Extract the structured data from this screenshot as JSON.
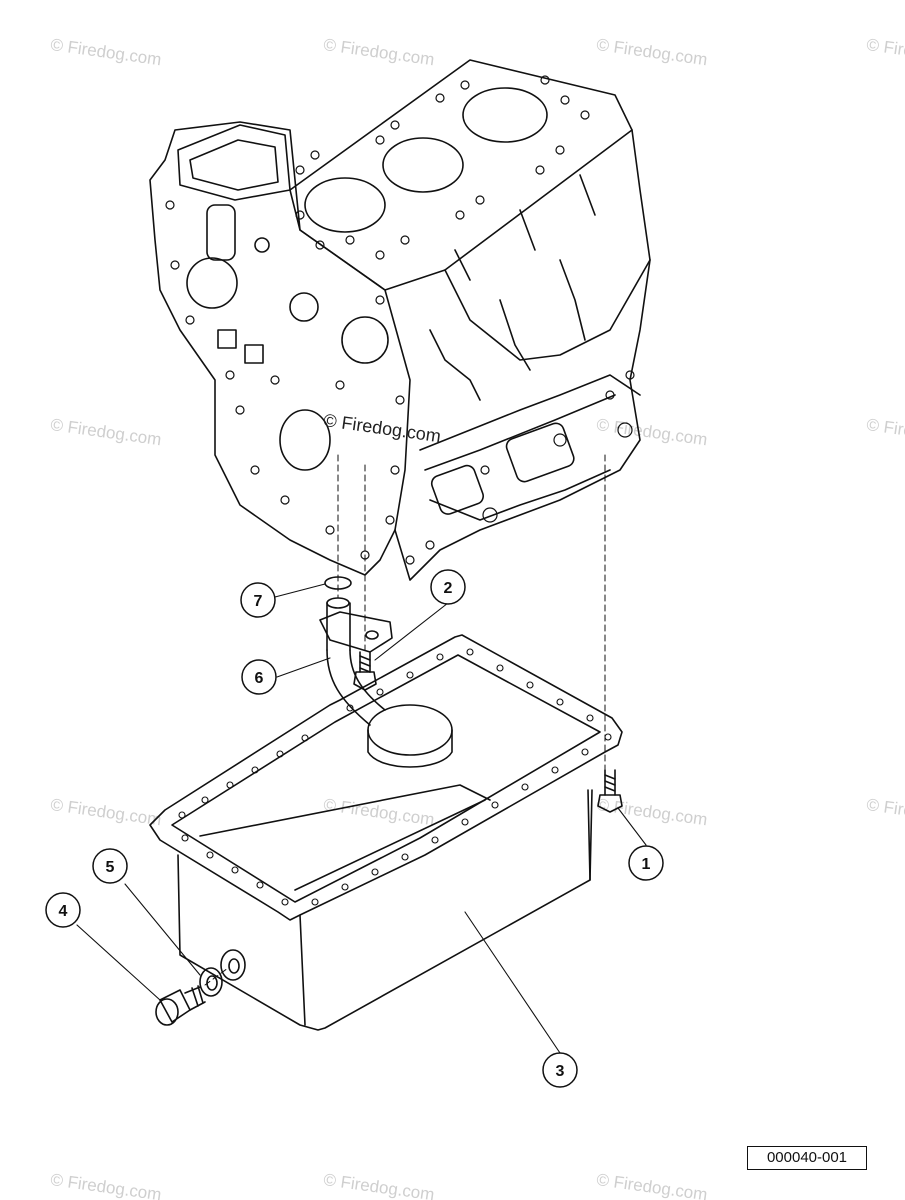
{
  "diagram": {
    "watermark": "© Firedog.com",
    "center_mark": "© Firedog.com",
    "ref_code": "000040-001",
    "callouts": [
      "1",
      "2",
      "3",
      "4",
      "5",
      "6",
      "7"
    ]
  },
  "colors": {
    "line": "#111111",
    "watermark": "#cfcfcf"
  }
}
